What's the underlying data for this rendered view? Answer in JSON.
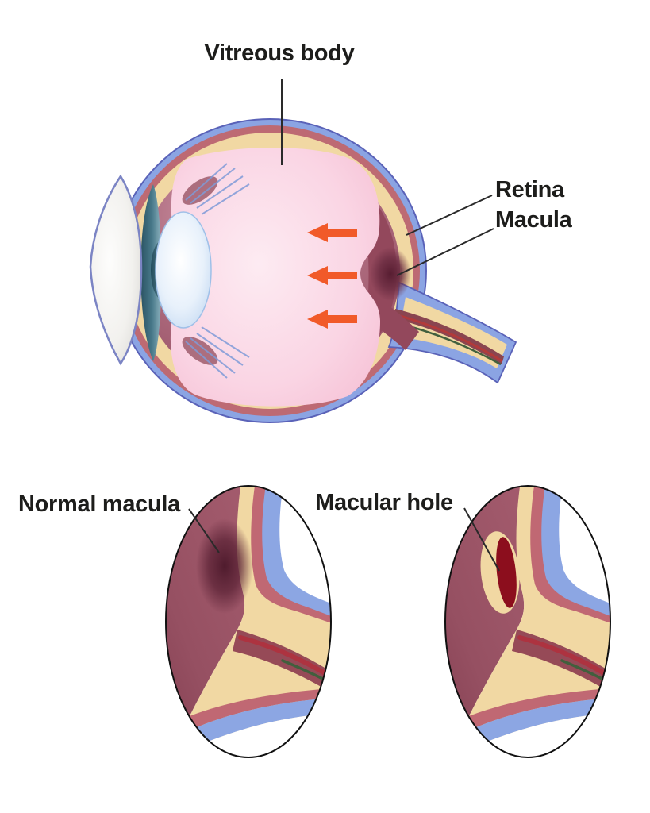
{
  "illustration": {
    "title_labels": {
      "vitreous_body": "Vitreous body",
      "retina": "Retina",
      "macula": "Macula",
      "normal_macula": "Normal macula",
      "macular_hole": "Macular hole"
    },
    "arrows": {
      "count": 3,
      "direction": "left",
      "color": "#f15a29"
    },
    "colors": {
      "background": "#ffffff",
      "sclera_blue": "#8ba4e3",
      "sclera_outline": "#5a62b8",
      "choroid_red_band": "#bd6a73",
      "tan_band": "#f1d8a3",
      "retina_maroon": "#9c5365",
      "vitreous_pink": "#f8cadb",
      "macula_dark": "#5c1f34",
      "macular_hole_red": "#8c0e1d",
      "inset_blue_band": "#8ca6e3",
      "nerve_artery_red": "#b23a3a",
      "nerve_vein_green": "#42603e",
      "lens_blue": "#cfe2f7",
      "iris_teal": "#3b6373",
      "label_text": "#1d1d1b"
    }
  }
}
